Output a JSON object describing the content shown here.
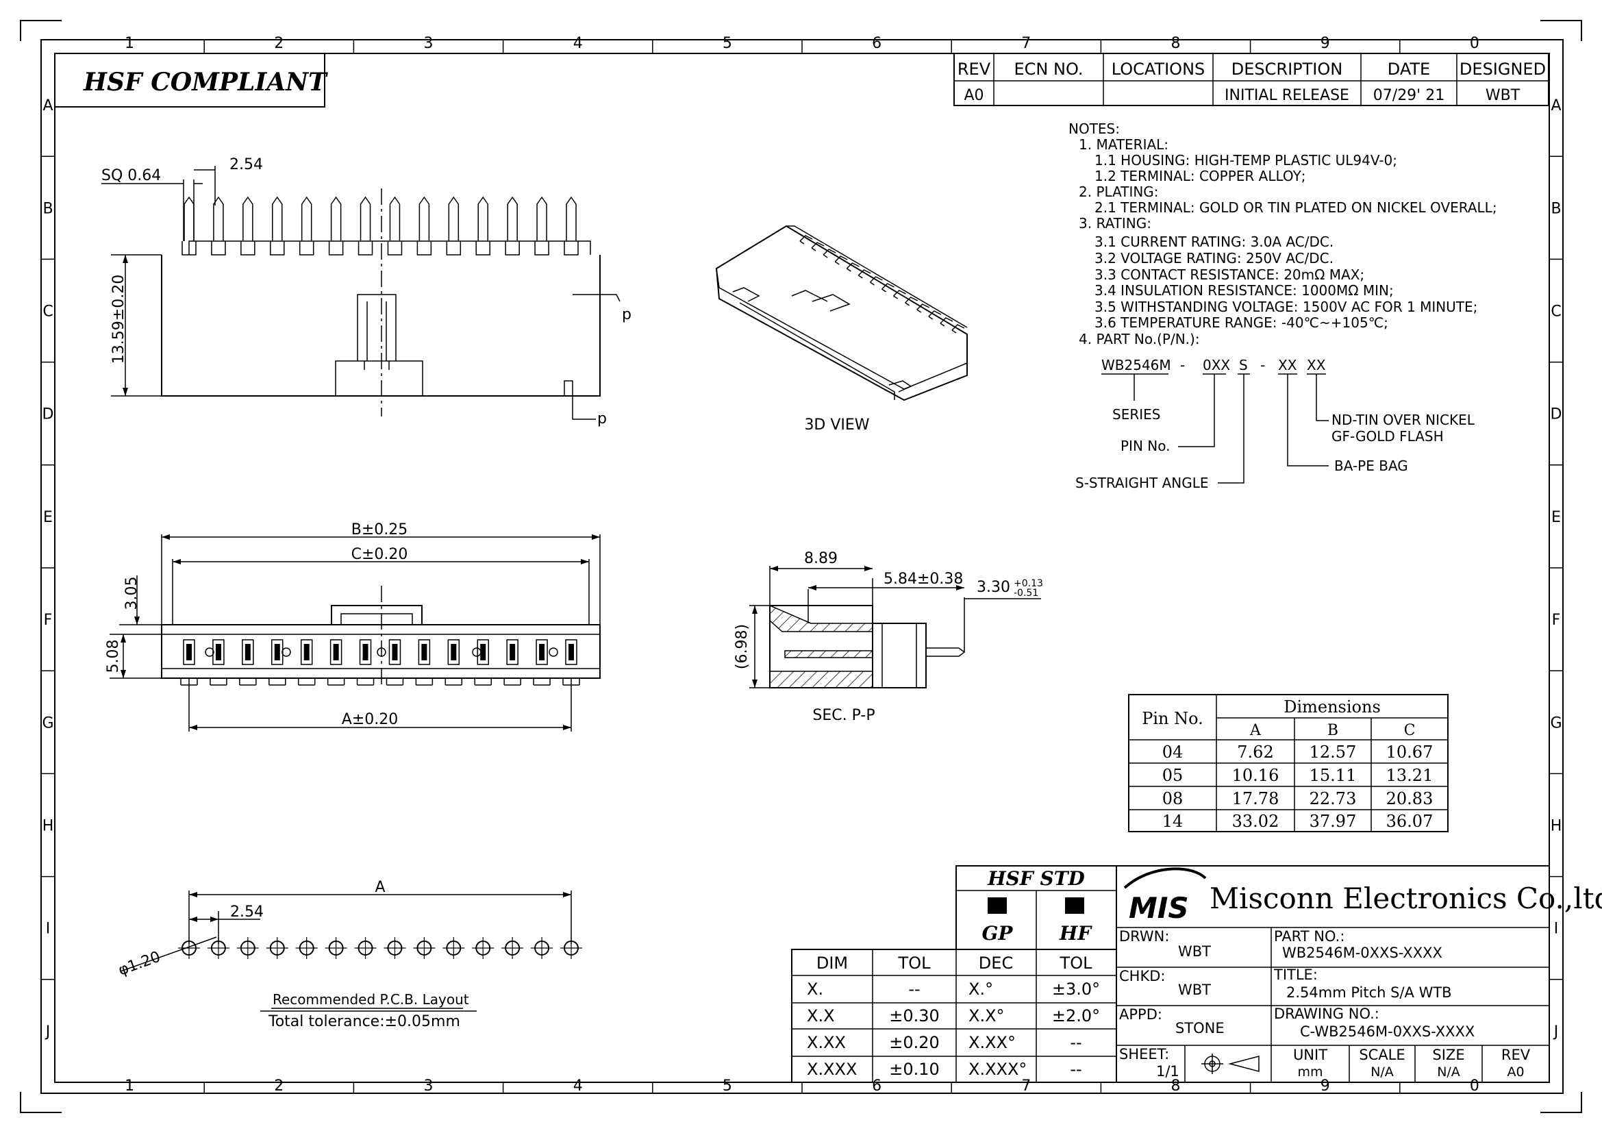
{
  "border": {
    "columns": [
      "1",
      "2",
      "3",
      "4",
      "5",
      "6",
      "7",
      "8",
      "9",
      "0"
    ],
    "rows": [
      "A",
      "B",
      "C",
      "D",
      "E",
      "F",
      "G",
      "H",
      "I",
      "J"
    ]
  },
  "banner": {
    "text": "HSF  COMPLIANT"
  },
  "revision": {
    "headers": [
      "REV",
      "ECN NO.",
      "LOCATIONS",
      "DESCRIPTION",
      "DATE",
      "DESIGNED"
    ],
    "row": [
      "A0",
      "",
      "",
      "INITIAL RELEASE",
      "07/29' 21",
      "WBT"
    ]
  },
  "notes": {
    "lines": [
      "NOTES:",
      "1. MATERIAL:",
      "1.1 HOUSING: HIGH-TEMP PLASTIC UL94V-0;",
      "1.2 TERMINAL: COPPER ALLOY;",
      "2. PLATING:",
      "2.1 TERMINAL: GOLD OR TIN PLATED ON NICKEL OVERALL;",
      "3. RATING:",
      "3.1 CURRENT RATING: 3.0A AC/DC.",
      "3.2 VOLTAGE RATING: 250V AC/DC.",
      "3.3 CONTACT RESISTANCE: 20mΩ MAX;",
      "3.4 INSULATION RESISTANCE: 1000MΩ MIN;",
      "3.5 WITHSTANDING VOLTAGE: 1500V AC FOR 1 MINUTE;",
      "3.6 TEMPERATURE RANGE: -40℃~+105℃;",
      "4. PART No.(P/N.):"
    ]
  },
  "part_number": {
    "segments": [
      "WB2546M",
      "-",
      "0XX",
      "S",
      "-",
      "XX",
      "XX"
    ],
    "labels": {
      "series": "SERIES",
      "pin_no": "PIN No.",
      "straight": "S-STRAIGHT ANGLE",
      "plating_nd": "ND-TIN OVER NICKEL",
      "plating_gf": "GF-GOLD FLASH",
      "bag": "BA-PE BAG"
    }
  },
  "front_view": {
    "dims": {
      "sq": "SQ 0.64",
      "pitch": "2.54",
      "height": "13.59±0.20",
      "p_top": "p",
      "p_bottom": "p"
    }
  },
  "view_3d": {
    "label": "3D VIEW"
  },
  "top_view": {
    "dims": {
      "b": "B±0.25",
      "c": "C±0.20",
      "a": "A±0.20",
      "h1": "3.05",
      "h2": "5.08"
    }
  },
  "section": {
    "label": "SEC. P-P",
    "dims": {
      "d1": "8.89",
      "d2": "5.84±0.38",
      "d3": "3.30",
      "d3_tol_plus": "+0.13",
      "d3_tol_minus": "-0.51",
      "height": "(6.98)"
    }
  },
  "dimension_table": {
    "header_pin": "Pin No.",
    "header_dims": "Dimensions",
    "columns": [
      "A",
      "B",
      "C"
    ],
    "rows": [
      [
        "04",
        "7.62",
        "12.57",
        "10.67"
      ],
      [
        "05",
        "10.16",
        "15.11",
        "13.21"
      ],
      [
        "08",
        "17.78",
        "22.73",
        "20.83"
      ],
      [
        "14",
        "33.02",
        "37.97",
        "36.07"
      ]
    ]
  },
  "pcb": {
    "dim_a": "A",
    "pitch": "2.54",
    "hole": "φ1.20",
    "title": "Recommended P.C.B. Layout",
    "tolerance": "Total tolerance:±0.05mm",
    "hole_count": 14
  },
  "hsf_std": {
    "title": "HSF  STD",
    "gp": "GP",
    "hf": "HF"
  },
  "tolerance_table": {
    "headers": [
      "DIM",
      "TOL",
      "DEC",
      "TOL"
    ],
    "rows": [
      [
        "X.",
        "--",
        "X.°",
        "±3.0°"
      ],
      [
        "X.X",
        "±0.30",
        "X.X°",
        "±2.0°"
      ],
      [
        "X.XX",
        "±0.20",
        "X.XX°",
        "--"
      ],
      [
        "X.XXX",
        "±0.10",
        "X.XXX°",
        "--"
      ]
    ]
  },
  "title_block": {
    "logo": "MIS",
    "company": "Misconn Electronics Co.,ltd.",
    "drwn_label": "DRWN:",
    "drwn": "WBT",
    "chkd_label": "CHKD:",
    "chkd": "WBT",
    "appd_label": "APPD:",
    "appd": "STONE",
    "sheet_label": "SHEET:",
    "sheet": "1/1",
    "part_no_label": "PART NO.:",
    "part_no": "WB2546M-0XXS-XXXX",
    "title_label": "TITLE:",
    "title": "2.54mm Pitch S/A WTB",
    "drawing_no_label": "DRAWING NO.:",
    "drawing_no": "C-WB2546M-0XXS-XXXX",
    "unit_label": "UNIT",
    "unit": "mm",
    "scale_label": "SCALE",
    "scale": "N/A",
    "size_label": "SIZE",
    "size": "N/A",
    "rev_label": "REV",
    "rev": "A0"
  }
}
